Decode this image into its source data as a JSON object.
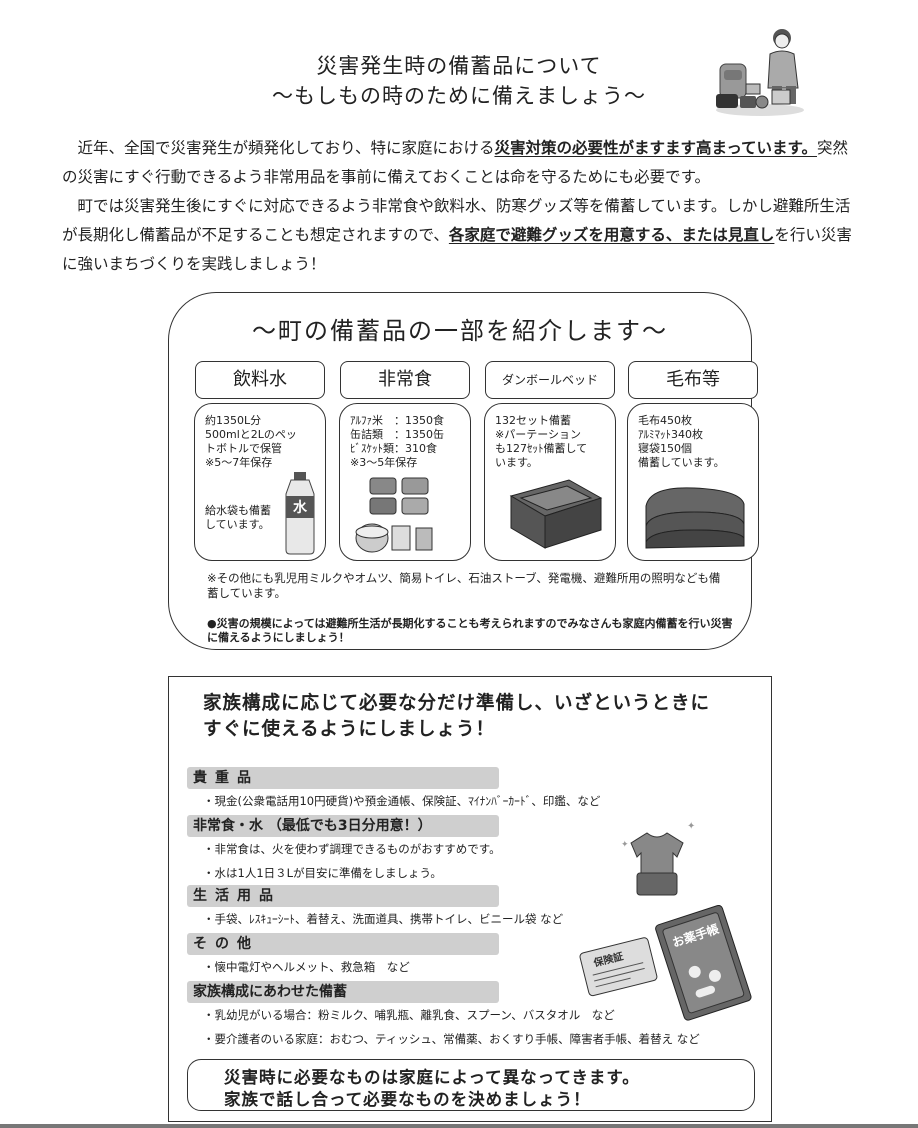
{
  "header": {
    "title": "災害発生時の備蓄品について",
    "subtitle": "～もしもの時のために備えましょう～"
  },
  "intro": {
    "p1_before": "近年、全国で災害発生が頻発化しており、特に家庭における",
    "p1_underlined": "災害対策の必要性がますます高まっています。",
    "p1_after": "突然の災害にすぐ行動できるよう非常用品を事前に備えておくことは命を守るためにも必要です。",
    "p2_before": "町では災害発生後にすぐに対応できるよう非常食や飲料水、防寒グッズ等を備蓄しています。しかし避難所生活が長期化し備蓄品が不足することも想定されますので、",
    "p2_underlined": "各家庭で避難グッズを用意する、または見直し",
    "p2_after": "を行い災害に強いまちづくりを実践しましょう！"
  },
  "stockpile": {
    "title": "～町の備蓄品の一部を紹介します～",
    "categories": [
      {
        "label": "飲料水",
        "text": "約1350L分\n500mlと2Lのペッ\nトボトルで保管\n※5～7年保存",
        "extra": "給水袋も備蓄\nしています。",
        "bottle_label": "水"
      },
      {
        "label": "非常食",
        "text": "ｱﾙﾌｧ米　：1350食\n缶詰類　：1350缶\nﾋﾞｽｹｯﾄ類：310食\n※3～5年保存"
      },
      {
        "label": "ダンボールベッド",
        "text": "132セット備蓄\n※パーテーション\nも127ｾｯﾄ備蓄して\nいます。"
      },
      {
        "label": "毛布等",
        "text": "毛布450枚\nｱﾙﾐﾏｯﾄ340枚\n寝袋150個\n備蓄しています。"
      }
    ],
    "note1": "※その他にも乳児用ミルクやオムツ、簡易トイレ、石油ストーブ、発電機、避難所用の照明なども備蓄しています。",
    "note2": "●災害の規模によっては避難所生活が長期化することも考えられますのでみなさんも家庭内備蓄を行い災害に備えるようにしましょう！"
  },
  "checklist": {
    "heading_line1": "家族構成に応じて必要な分だけ準備し、いざというときに",
    "heading_line2": "すぐに使えるようにしましょう！",
    "sections": [
      {
        "title": "貴重品",
        "items": [
          "・現金(公衆電話用10円硬貨)や預金通帳、保険証、ﾏｲﾅﾝﾊﾞｰｶｰﾄﾞ、印鑑、など"
        ]
      },
      {
        "title": "非常食・水 （最低でも3日分用意！）",
        "items": [
          "・非常食は、火を使わず調理できるものがおすすめです。",
          "・水は1人1日３Lが目安に準備をしましょう。"
        ]
      },
      {
        "title": "生活用品",
        "items": [
          "・手袋、ﾚｽｷｭｰｼｰﾄ、着替え、洗面道具、携帯トイレ、ビニール袋 など"
        ]
      },
      {
        "title": "その他",
        "items": [
          "・懐中電灯やヘルメット、救急箱　など"
        ]
      },
      {
        "title": "家族構成にあわせた備蓄",
        "items": [
          "・乳幼児がいる場合：粉ミルク、哺乳瓶、離乳食、スプーン、バスタオル　など",
          "・要介護者のいる家庭：おむつ、ティッシュ、常備薬、おくすり手帳、障害者手帳、着替え など"
        ]
      }
    ],
    "card_label": "保険証",
    "book_label": "お薬手帳",
    "footer_line1": "災害時に必要なものは家庭によって異なってきます。",
    "footer_line2": "家族で話し合って必要なものを決めましょう！"
  }
}
